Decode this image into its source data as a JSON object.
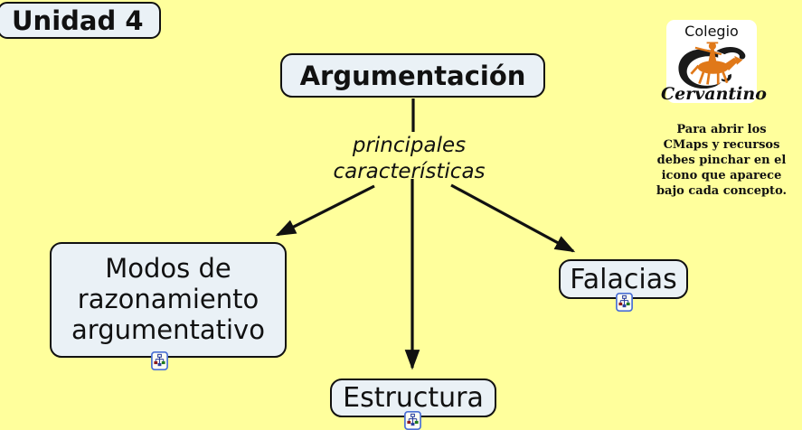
{
  "unit": {
    "label": "Unidad 4"
  },
  "concept_map": {
    "root_label": "Argumentación",
    "linking_phrase": "principales\ncaracterísticas",
    "node_modos": "Modos de razonamiento argumentativo",
    "node_estructura": "Estructura",
    "node_falacias": "Falacias"
  },
  "logo": {
    "top_text": "Colegio",
    "bottom_text": "Cervantino"
  },
  "instructions": "Para abrir los\nCMaps y  recursos\ndebes pinchar en el\nicono que aparece\nbajo cada concepto.",
  "icons": {
    "cmap_resource": "cmap-resource-icon"
  },
  "colors": {
    "background": "#FFFF9C",
    "node_fill": "#EAF1F6",
    "node_border": "#111111",
    "logo_orange": "#E07818",
    "icon_blue": "#3A5BC0"
  }
}
